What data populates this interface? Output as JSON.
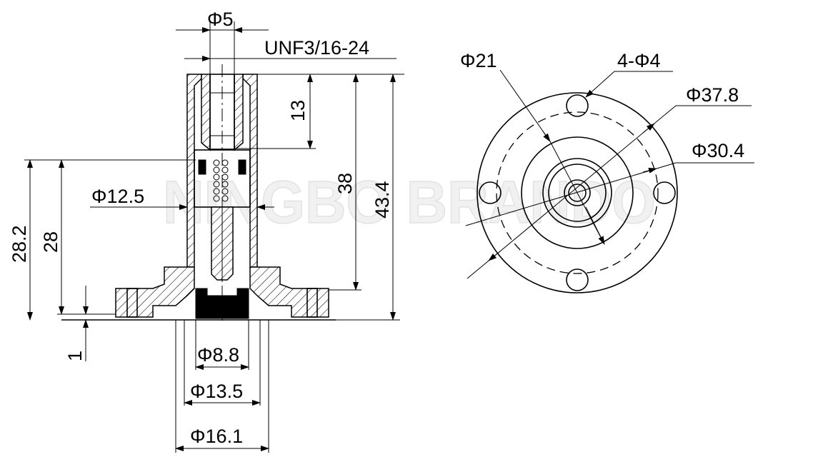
{
  "watermark": "NINGBO BRANDO",
  "side_view": {
    "dim_thread_bore": "Φ5",
    "dim_thread_spec": "UNF3/16-24",
    "dim_thread_depth": "13",
    "dim_body_height": "38",
    "dim_overall_height": "43.4",
    "dim_flange_height_a": "28.2",
    "dim_flange_height_b": "28",
    "dim_stem_diameter": "Φ12.5",
    "dim_seat_offset": "1",
    "dim_seal_diameter": "Φ8.8",
    "dim_seat_diameter": "Φ13.5",
    "dim_outlet_diameter": "Φ16.1"
  },
  "top_view": {
    "dim_inner_ring": "Φ21",
    "dim_holes": "4-Φ4",
    "dim_outer_diameter": "Φ37.8",
    "dim_pitch_circle": "Φ30.4"
  }
}
